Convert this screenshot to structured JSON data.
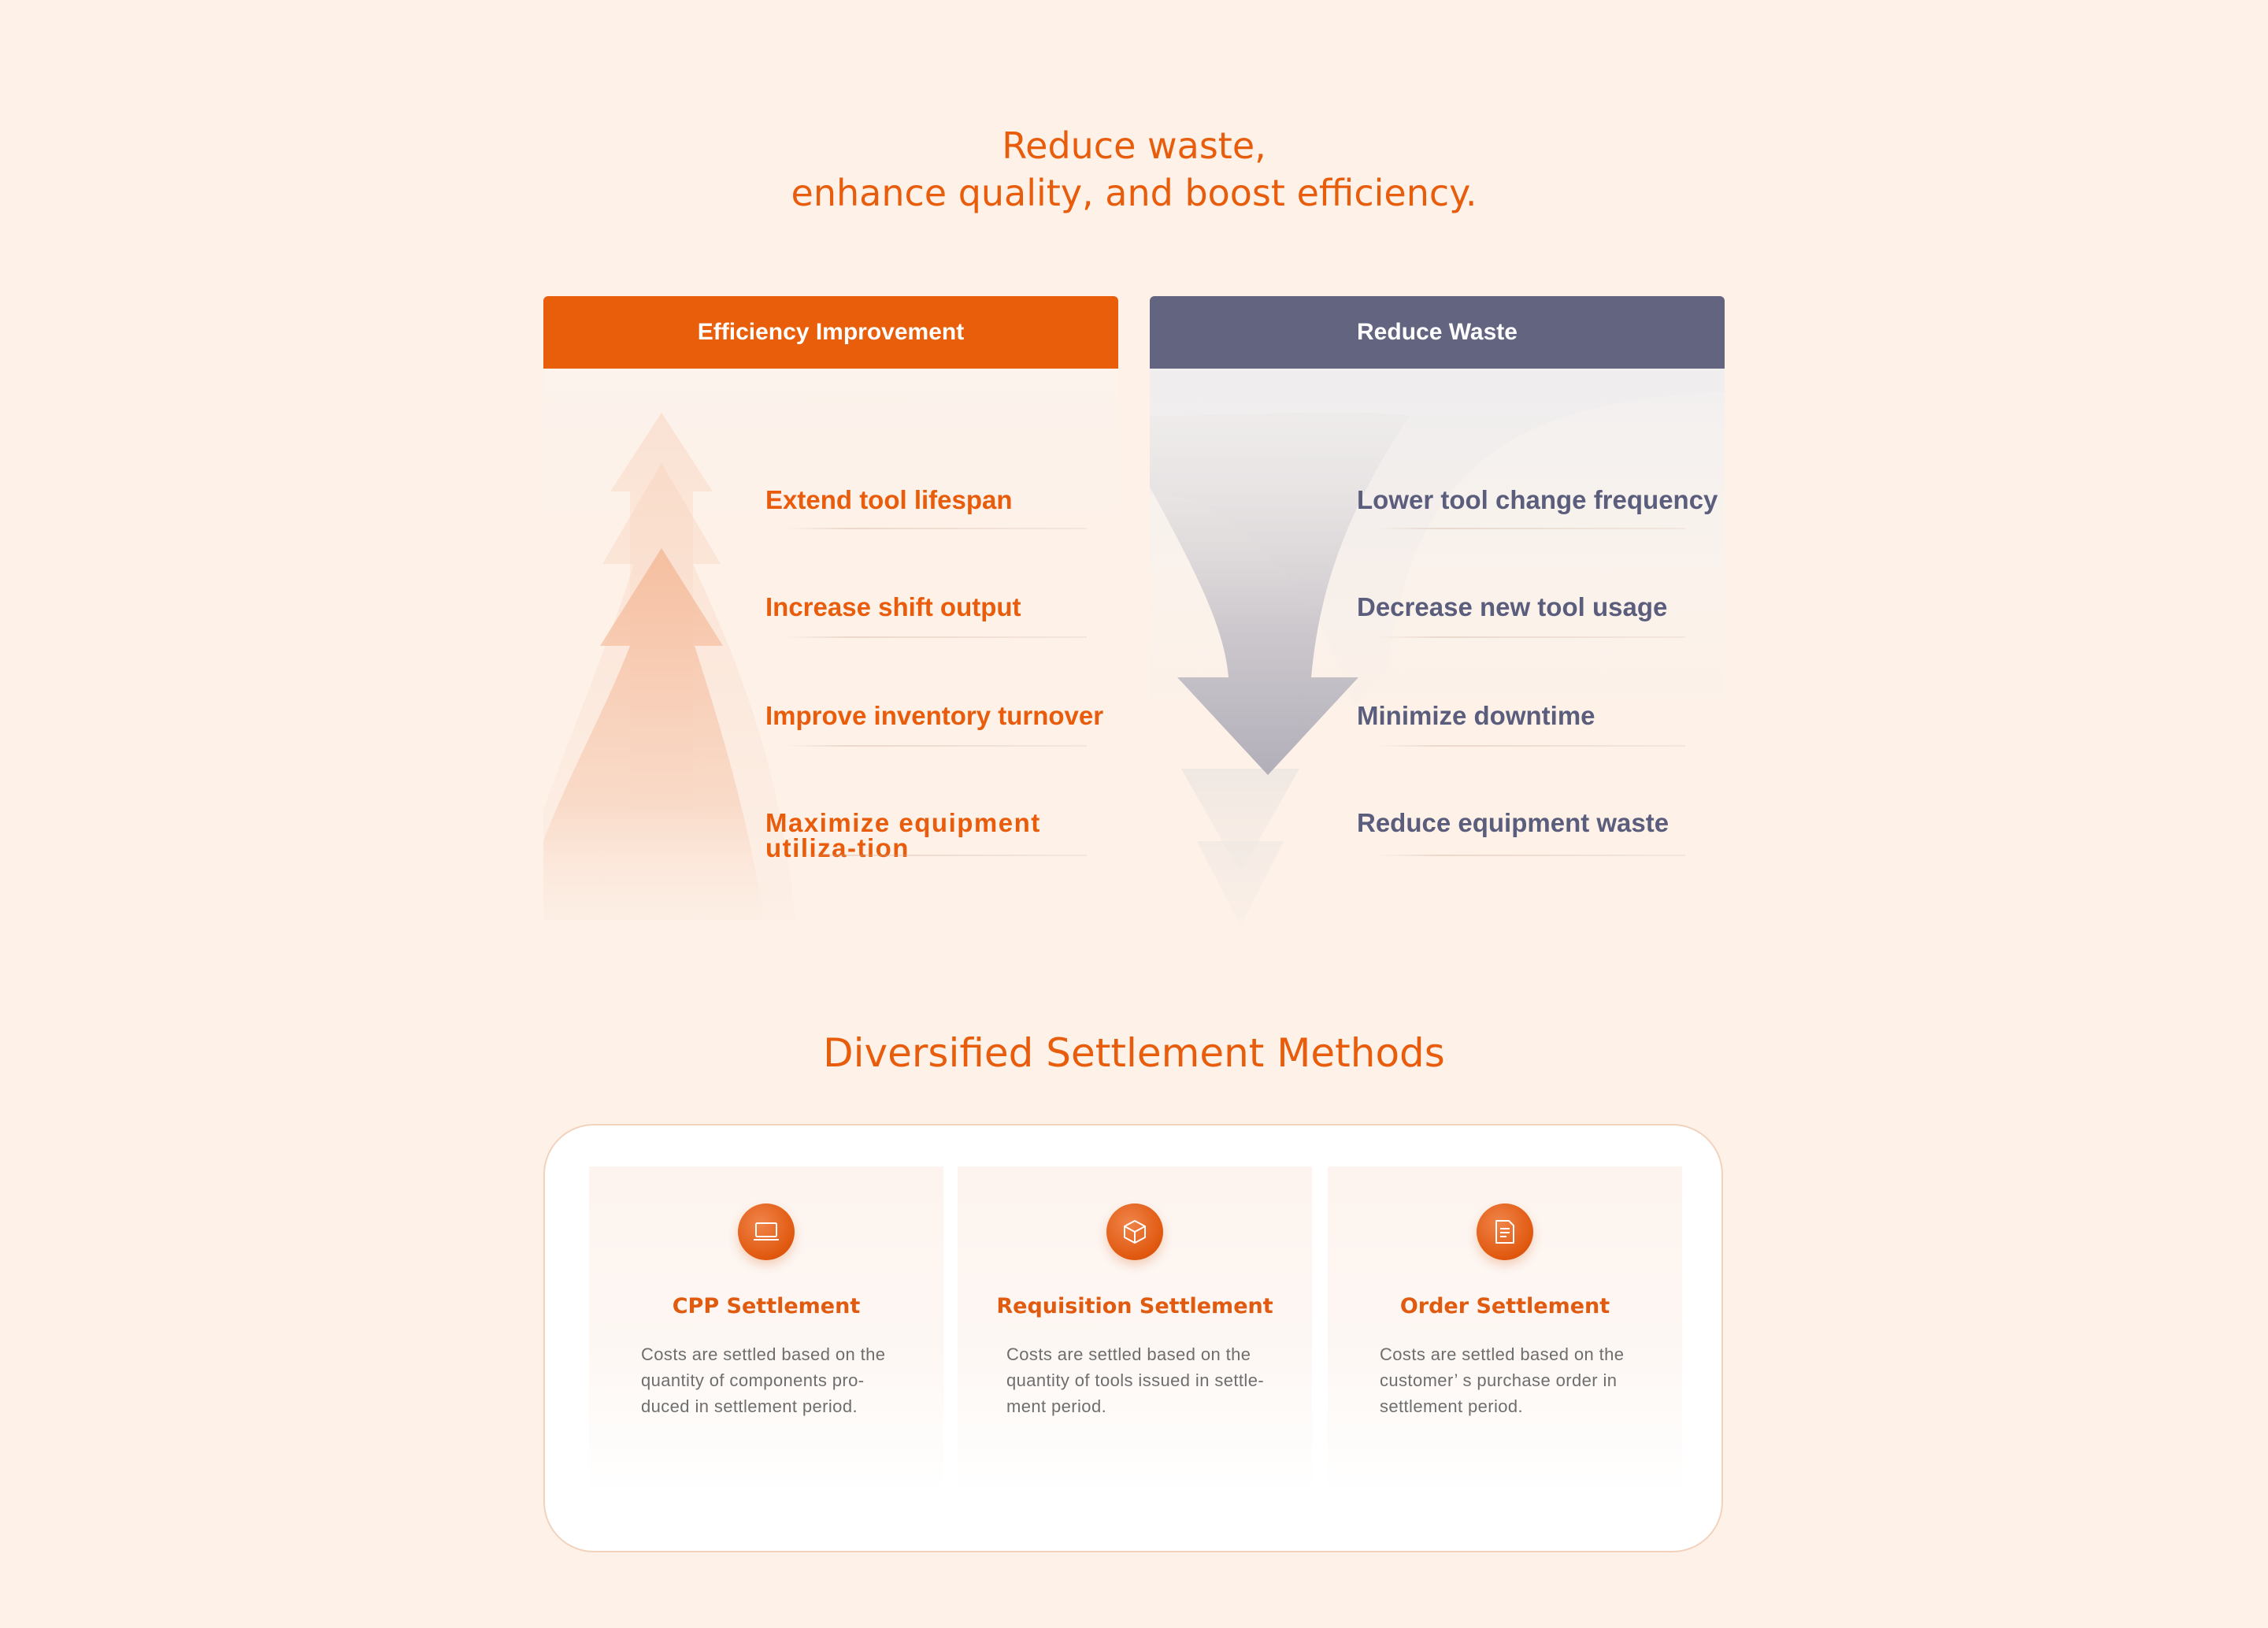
{
  "hero": {
    "title_line1": "Reduce waste,",
    "title_line2": "enhance quality, and boost efficiency."
  },
  "efficiency": {
    "header": "Efficiency Improvement",
    "items": [
      "Extend tool lifespan",
      "Increase shift output",
      "Improve inventory turnover",
      "Maximize equipment utiliza-tion"
    ]
  },
  "waste": {
    "header": "Reduce Waste",
    "items": [
      "Lower tool change frequency",
      "Decrease new tool usage",
      "Minimize downtime",
      "Reduce equipment waste"
    ]
  },
  "settlement": {
    "title": "Diversified Settlement Methods",
    "cards": [
      {
        "icon": "laptop-icon",
        "title": "CPP Settlement",
        "desc": "Costs are settled based on the quantity of components pro-duced in settlement period."
      },
      {
        "icon": "box-icon",
        "title": "Requisition Settlement",
        "desc": "Costs are settled based on the quantity of tools issued in settle-ment period."
      },
      {
        "icon": "document-icon",
        "title": "Order Settlement",
        "desc": "Costs are settled based on the customer’ s purchase order in settlement period."
      }
    ]
  },
  "colors": {
    "accent": "#e85d0c",
    "slate": "#626480",
    "background": "#fdf1e8"
  }
}
